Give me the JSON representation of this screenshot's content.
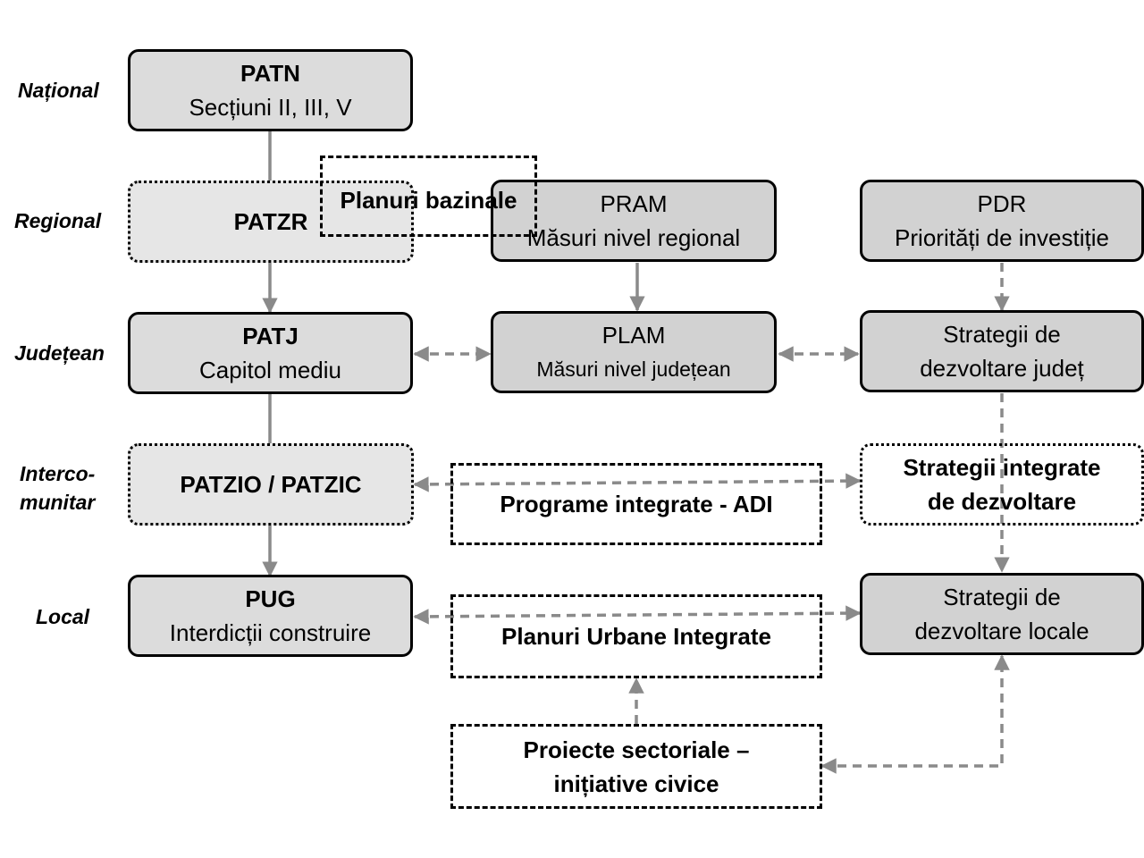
{
  "colors": {
    "arrow": "#8a8a8a",
    "box_fill": "#dcdcdc",
    "box_fill_dark": "#d2d2d2",
    "dotted_fill": "#e6e6e6",
    "border": "#000000"
  },
  "levels": {
    "national": "Național",
    "regional": "Regional",
    "judetean": "Județean",
    "intercomunitar_line1": "Interco-",
    "intercomunitar_line2": "munitar",
    "local": "Local"
  },
  "boxes": {
    "patn": {
      "title": "PATN",
      "subtitle": "Secțiuni II, III, V"
    },
    "patzr": {
      "title": "PATZR"
    },
    "planuri_bazinale": {
      "title": "Planuri bazinale"
    },
    "pram": {
      "title": "PRAM",
      "subtitle": "Măsuri nivel regional"
    },
    "pdr": {
      "title": "PDR",
      "subtitle": "Priorități de investiție"
    },
    "patj": {
      "title": "PATJ",
      "subtitle": "Capitol mediu"
    },
    "plam": {
      "title": "PLAM",
      "subtitle": "Măsuri nivel județean"
    },
    "strategii_judet": {
      "line1": "Strategii de",
      "line2": "dezvoltare județ"
    },
    "patzio": {
      "title": "PATZIO / PATZIC"
    },
    "programe_adi": {
      "title": "Programe integrate - ADI"
    },
    "strategii_integrate": {
      "line1": "Strategii integrate",
      "line2": "de dezvoltare"
    },
    "pug": {
      "title": "PUG",
      "subtitle": "Interdicții construire"
    },
    "planuri_urbane": {
      "title": "Planuri Urbane Integrate"
    },
    "strategii_locale": {
      "line1": "Strategii de",
      "line2": "dezvoltare locale"
    },
    "proiecte": {
      "line1": "Proiecte sectoriale –",
      "line2": "inițiative civice"
    }
  }
}
